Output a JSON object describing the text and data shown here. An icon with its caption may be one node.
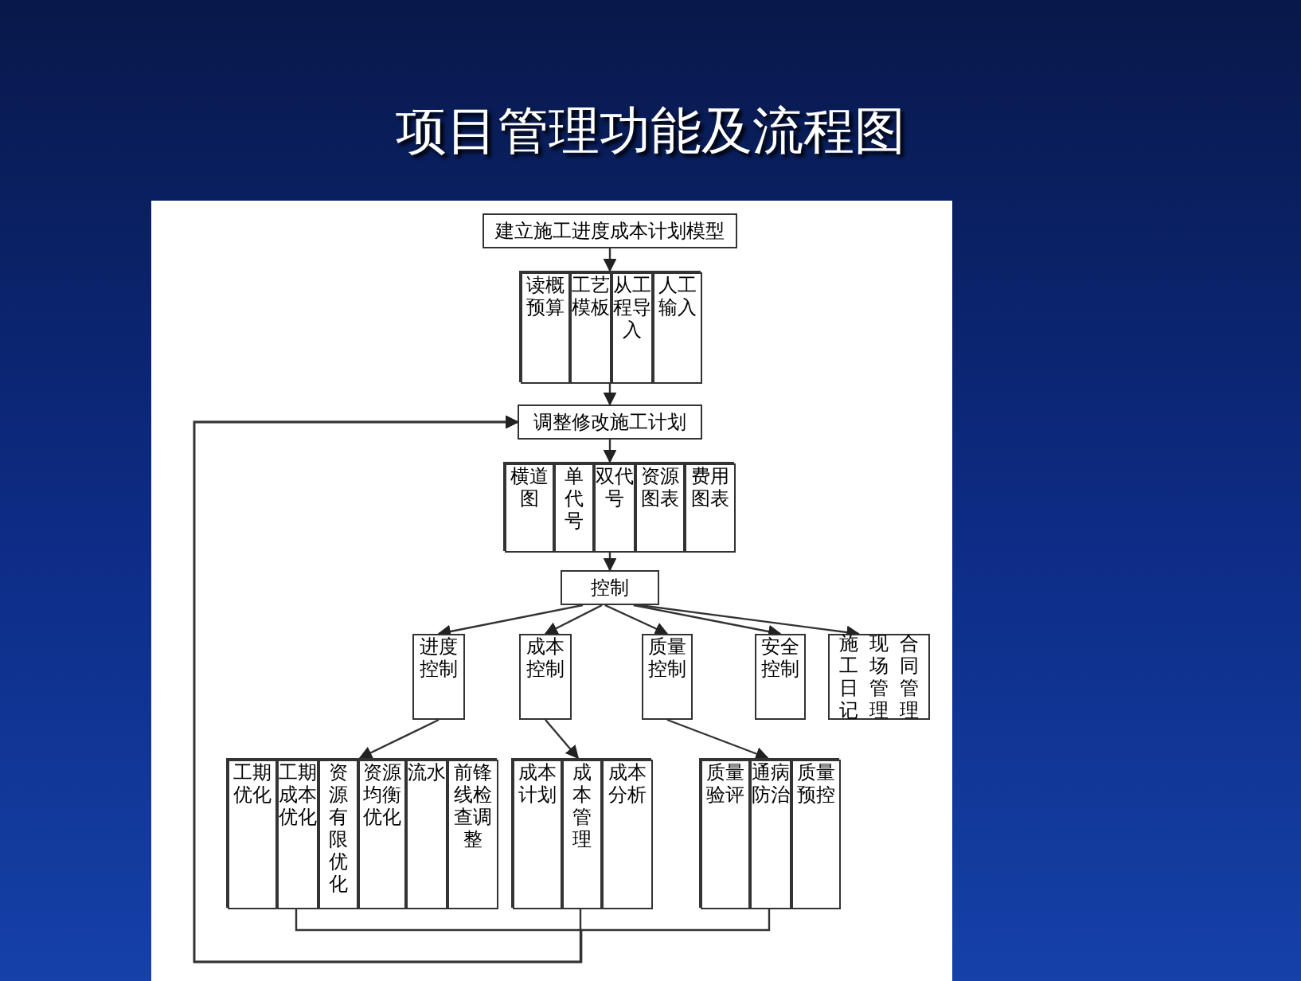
{
  "diagram": {
    "title": "项目管理功能及流程图",
    "nodes": [
      {
        "text": [
          "建立施工进度成本计划模型"
        ]
      },
      {
        "text": [],
        "shape": "box"
      },
      {
        "text": [
          "读概预算"
        ],
        "in": 1
      },
      {
        "text": [
          "工艺模板"
        ],
        "in": 1
      },
      {
        "text": [
          "从工程导入"
        ],
        "in": 1
      },
      {
        "text": [
          "人工输入"
        ],
        "in": 1
      },
      {
        "text": [
          "调整修改施工计划"
        ]
      },
      {
        "text": [],
        "shape": "box"
      },
      {
        "text": [
          "横道图"
        ],
        "in": 7
      },
      {
        "text": [
          "单代号"
        ],
        "in": 7
      },
      {
        "text": [
          "双代号"
        ],
        "in": 7
      },
      {
        "text": [
          "资源图表"
        ],
        "in": 7
      },
      {
        "text": [
          "费用图表"
        ],
        "in": 7
      },
      {
        "text": [
          "控制"
        ]
      },
      {
        "text": [
          "进度控制"
        ]
      },
      {
        "text": [
          "成本控制"
        ]
      },
      {
        "text": [
          "质量控制"
        ]
      },
      {
        "text": [
          "安全控制"
        ]
      },
      {
        "text": [
          "施工日记",
          "现场管理",
          "合同管理"
        ]
      },
      {
        "text": [],
        "shape": "box"
      },
      {
        "text": [
          "工期优化"
        ],
        "in": 19
      },
      {
        "text": [
          "工期成本优化"
        ],
        "in": 19
      },
      {
        "text": [
          "资源有限优化"
        ],
        "in": 19
      },
      {
        "text": [
          "资源均衡优化"
        ],
        "in": 19
      },
      {
        "text": [
          "流水"
        ],
        "in": 19
      },
      {
        "text": [
          "前锋线检查调整"
        ],
        "in": 19
      },
      {
        "text": [],
        "shape": "box"
      },
      {
        "text": [
          "成本计划"
        ],
        "in": 26
      },
      {
        "text": [
          "成本管理"
        ],
        "in": 26
      },
      {
        "text": [
          "成本分析"
        ],
        "in": 26
      },
      {
        "text": [],
        "shape": "box"
      },
      {
        "text": [
          "质量验评"
        ],
        "in": 30
      },
      {
        "text": [
          "通病防治"
        ],
        "in": 30
      },
      {
        "text": [
          "质量预控"
        ],
        "in": 30
      }
    ],
    "edges": [
      {
        "from": 0,
        "to": 1,
        "arrow": "to"
      },
      {
        "from": 1,
        "to": 6,
        "arrow": "to"
      },
      {
        "from": 6,
        "to": 7,
        "arrow": "to"
      },
      {
        "from": 7,
        "to": 13,
        "arrow": "to"
      },
      {
        "from": 13,
        "to": 14,
        "arrow": "to"
      },
      {
        "from": 13,
        "to": 15,
        "arrow": "to"
      },
      {
        "from": 13,
        "to": 16,
        "arrow": "to"
      },
      {
        "from": 13,
        "to": 17,
        "arrow": "to"
      },
      {
        "from": 13,
        "to": 18,
        "arrow": "to"
      },
      {
        "from": 14,
        "to": 19,
        "arrow": "to"
      },
      {
        "from": 15,
        "to": 26,
        "arrow": "to"
      },
      {
        "from": 16,
        "to": 30,
        "arrow": "to"
      },
      {
        "from": 21,
        "to": 6,
        "arrow": "to"
      },
      {
        "from": 28,
        "to": 6,
        "arrow": "to"
      },
      {
        "from": 32,
        "to": 6,
        "arrow": "to"
      }
    ]
  }
}
